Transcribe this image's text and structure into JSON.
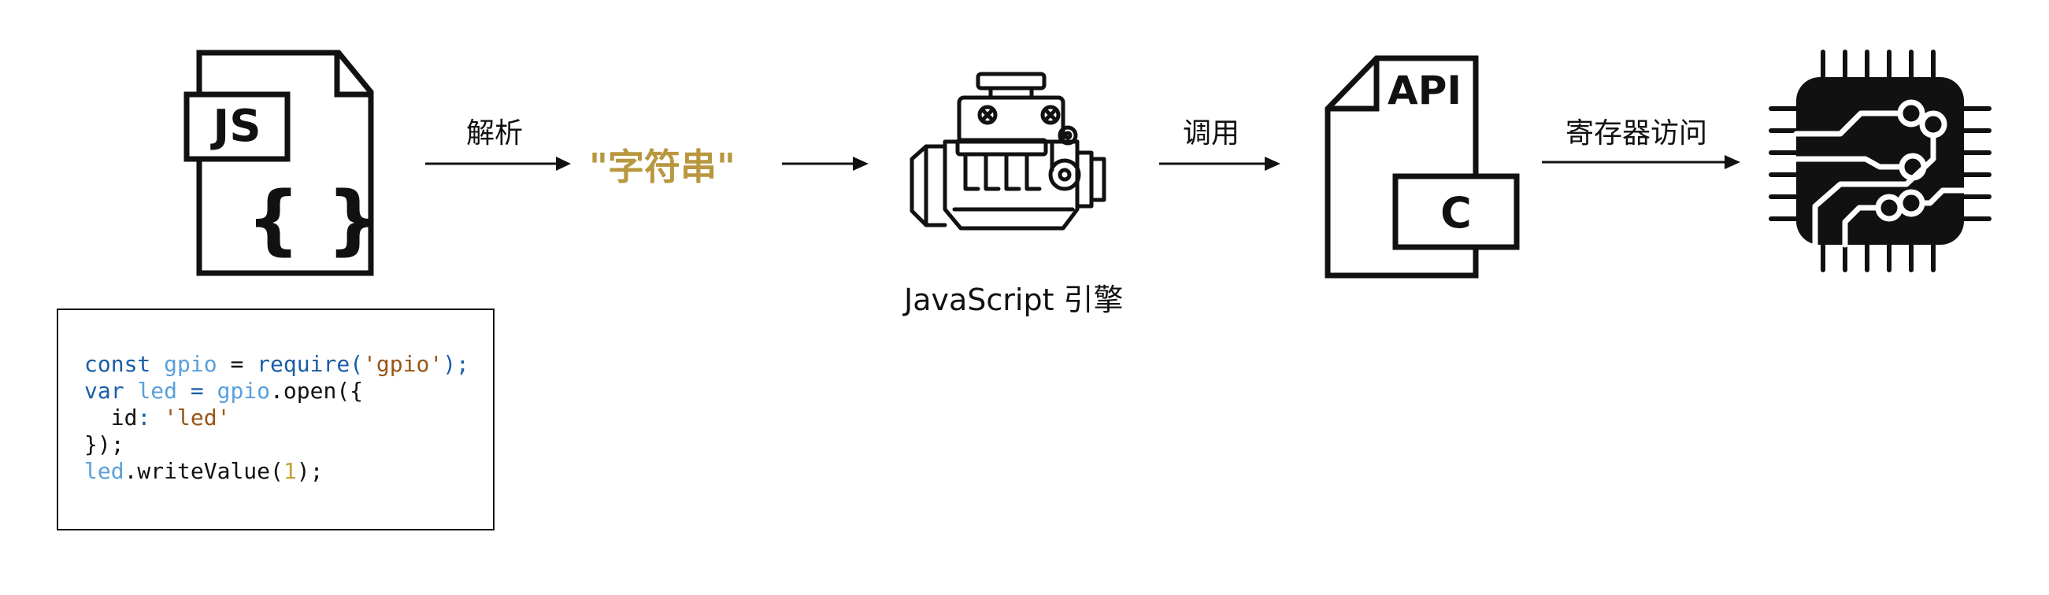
{
  "labels": {
    "parse": "解析",
    "string": "\"字符串\"",
    "engine": "JavaScript 引擎",
    "call": "调用",
    "register_access": "寄存器访问"
  },
  "icons": {
    "js_file": {
      "name": "js-file-icon",
      "badge": "JS",
      "glyph": "{ }"
    },
    "engine": {
      "name": "engine-icon"
    },
    "api_doc": {
      "name": "api-document-icon",
      "title": "API",
      "badge": "C"
    },
    "chip": {
      "name": "chip-icon"
    }
  },
  "code": {
    "lines": [
      [
        {
          "t": "const ",
          "c": "kw"
        },
        {
          "t": "gpio",
          "c": "var"
        },
        {
          "t": " = ",
          "c": "plain"
        },
        {
          "t": "require",
          "c": "fn"
        },
        {
          "t": "(",
          "c": "kw"
        },
        {
          "t": "'gpio'",
          "c": "str"
        },
        {
          "t": ");",
          "c": "kw"
        }
      ],
      [
        {
          "t": "var ",
          "c": "kw"
        },
        {
          "t": "led",
          "c": "var"
        },
        {
          "t": " = ",
          "c": "kw"
        },
        {
          "t": "gpio",
          "c": "var"
        },
        {
          "t": ".open({",
          "c": "plain"
        }
      ],
      [
        {
          "t": "  id",
          "c": "plain"
        },
        {
          "t": ": ",
          "c": "kw"
        },
        {
          "t": "'led'",
          "c": "str"
        }
      ],
      [
        {
          "t": "});",
          "c": "plain"
        }
      ],
      [
        {
          "t": "led",
          "c": "var"
        },
        {
          "t": ".writeValue(",
          "c": "plain"
        },
        {
          "t": "1",
          "c": "num"
        },
        {
          "t": ");",
          "c": "plain"
        }
      ]
    ]
  },
  "colors": {
    "string_label": "#b8973f",
    "keyword": "#1a5ea8",
    "variable": "#5aa0dc",
    "string": "#9a5518",
    "number": "#c7a032",
    "stroke": "#111111"
  }
}
